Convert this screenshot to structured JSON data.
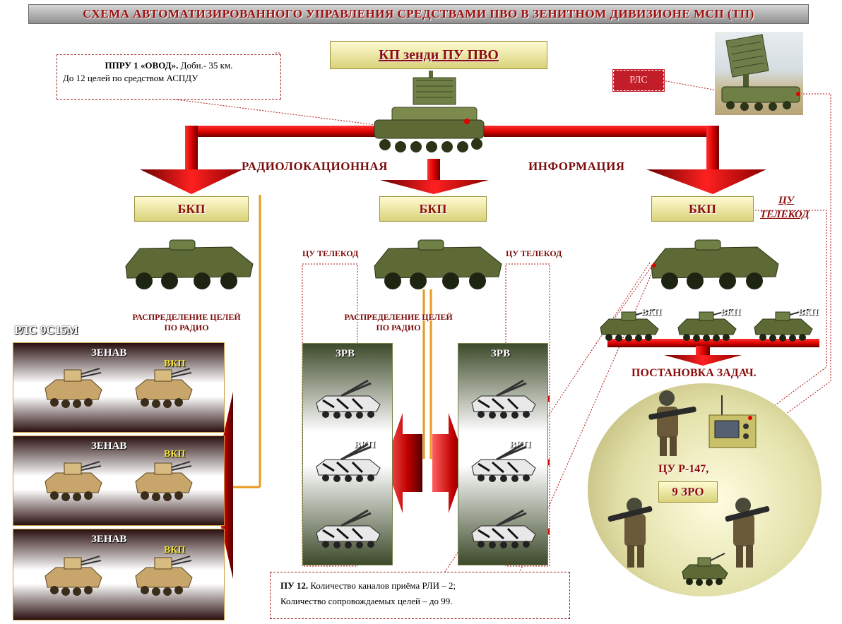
{
  "title": "СХЕМА АВТОМАТИЗИРОВАННОГО УПРАВЛЕНИЯ СРЕДСТВАМИ ПВО В ЗЕНИТНОМ ДИВИЗИОНЕ МСП (ТП)",
  "kp_label": "КП зенди ПУ ПВО",
  "callout_top": {
    "line1_bold": "ППРУ 1 «ОВОД».",
    "line1_rest": " Добн.- 35 км.",
    "line2": "До 12 целей по средством АСПДУ"
  },
  "rls_tag": "РЛС",
  "arrow_labels": {
    "left": "РАДИОЛОКАЦИОННАЯ",
    "right": "ИНФОРМАЦИЯ"
  },
  "bkp_label": "БКП",
  "cu_telekod_right": {
    "line1": "ЦУ",
    "line2": "ТЕЛЕКОД"
  },
  "cu_telekod_small": "ЦУ ТЕЛЕКОД",
  "distribution": {
    "line1": "РАСПРЕДЕЛЕНИЕ ЦЕЛЕЙ",
    "line2": "ПО РАДИО"
  },
  "rls_9s15m": "РЛС 9С15М",
  "zenav_label": "ЗЕНАВ",
  "vkp_label": "ВКП",
  "zrv_label": "ЗРВ",
  "task_setting": "ПОСТАНОВКА ЗАДАЧ.",
  "cu_r147": "ЦУ Р-147,",
  "zro_label": "9 ЗРО",
  "callout_bottom": {
    "line1_bold": "ПУ 12.",
    "line1_rest": " Количество каналов приёма РЛИ – 2;",
    "line2": "Количество сопровождаемых целей – до 99."
  },
  "colors": {
    "arrow_red": "#e01010",
    "arrow_dark": "#7a0000",
    "title_text": "#9e1010",
    "label_red": "#7a0c0c",
    "vkp_yellow": "#f0e030"
  },
  "icons": [
    "command-vehicle-icon",
    "radar-vehicle-icon",
    "btr-vehicle-icon",
    "zsu-vehicle-icon",
    "launcher-vehicle-icon",
    "bmp-vehicle-icon",
    "soldier-manpads-icon",
    "radio-station-icon"
  ]
}
